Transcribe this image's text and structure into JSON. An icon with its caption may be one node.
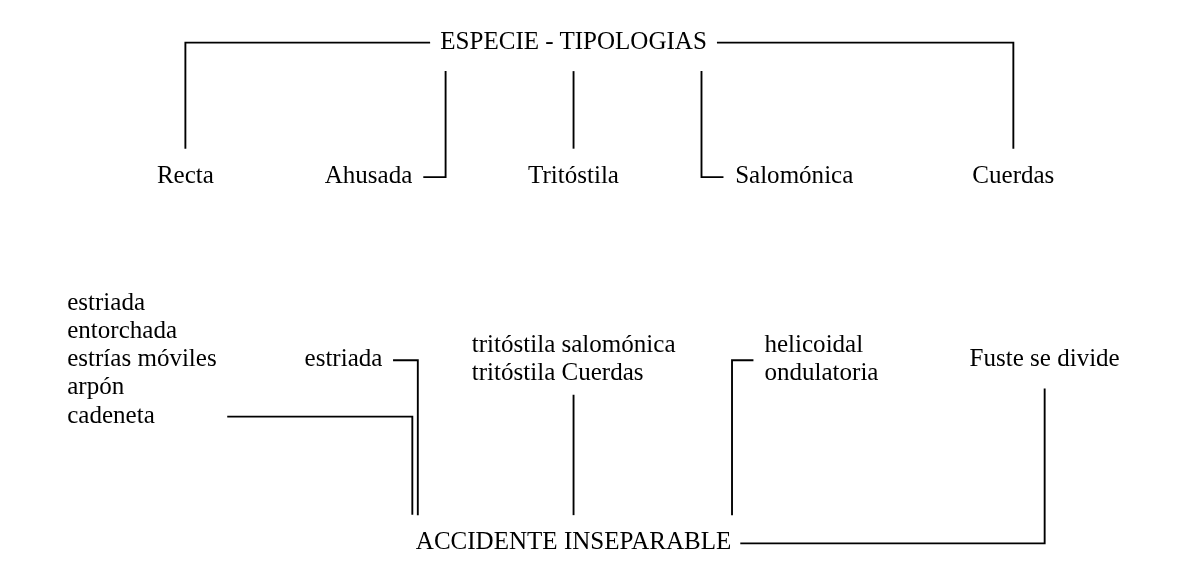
{
  "diagram": {
    "nodes": [
      {
        "text": [
          "ESPECIE - TIPOLOGIAS"
        ]
      },
      {
        "text": [
          "Recta"
        ]
      },
      {
        "text": [
          "Ahusada"
        ]
      },
      {
        "text": [
          "Tritóstila"
        ]
      },
      {
        "text": [
          "Salomónica"
        ]
      },
      {
        "text": [
          "Cuerdas"
        ]
      },
      {
        "text": [
          "estriada",
          "entorchada",
          "estrías móviles",
          "arpón",
          "cadeneta"
        ]
      },
      {
        "text": [
          "estriada"
        ]
      },
      {
        "text": [
          "tritóstila salomónica",
          "tritóstila Cuerdas"
        ]
      },
      {
        "text": [
          "helicoidal",
          "ondulatoria"
        ]
      },
      {
        "text": [
          "Fuste se divide"
        ]
      },
      {
        "text": [
          "ACCIDENTE INSEPARABLE"
        ]
      }
    ],
    "edges": [
      {
        "from": 0,
        "to": 1,
        "arrow": "none"
      },
      {
        "from": 0,
        "to": 2,
        "arrow": "none"
      },
      {
        "from": 0,
        "to": 3,
        "arrow": "none"
      },
      {
        "from": 0,
        "to": 4,
        "arrow": "none"
      },
      {
        "from": 0,
        "to": 5,
        "arrow": "none"
      },
      {
        "from": 6,
        "to": 11,
        "arrow": "none"
      },
      {
        "from": 7,
        "to": 11,
        "arrow": "none"
      },
      {
        "from": 8,
        "to": 11,
        "arrow": "none"
      },
      {
        "from": 9,
        "to": 11,
        "arrow": "none"
      },
      {
        "from": 10,
        "to": 11,
        "arrow": "none"
      }
    ]
  }
}
